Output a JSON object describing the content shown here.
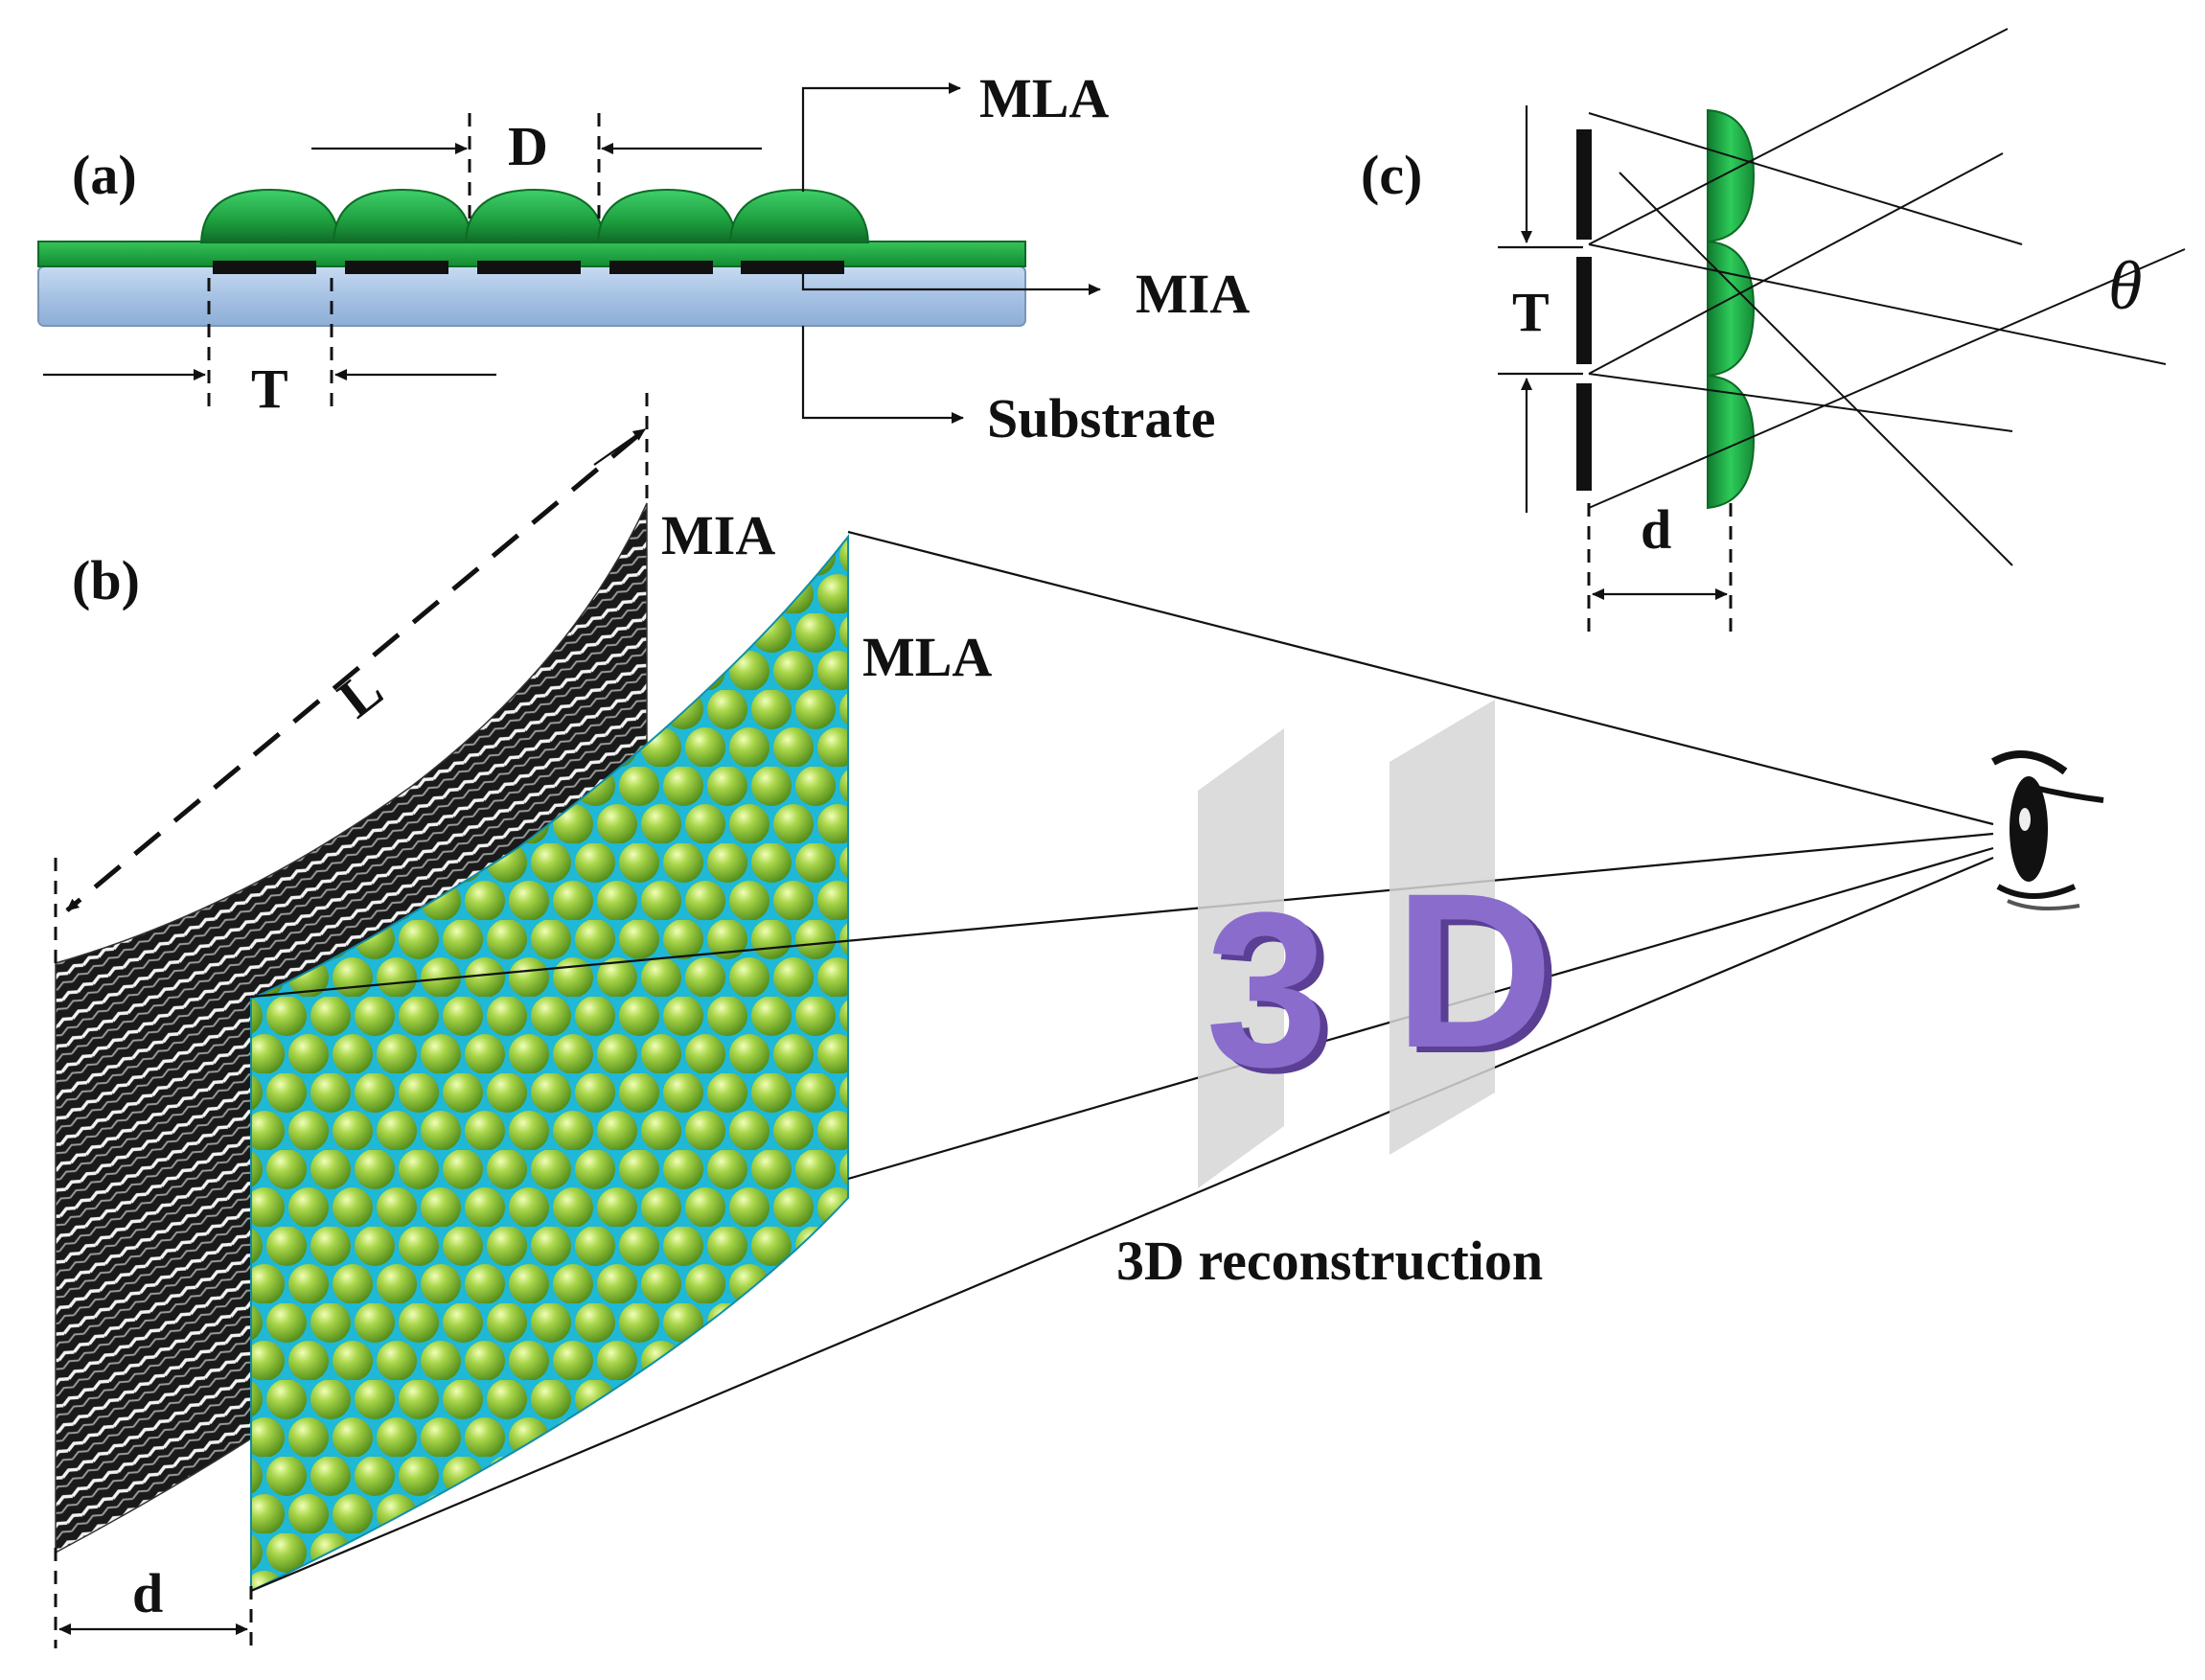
{
  "panel_a": {
    "tag": "(a)",
    "label_D": "D",
    "label_T": "T",
    "label_MLA": "MLA",
    "label_MIA": "MIA",
    "label_substrate": "Substrate"
  },
  "panel_b": {
    "tag": "(b)",
    "label_MIA": "MIA",
    "label_MLA": "MLA",
    "label_L": "L",
    "label_d": "d",
    "glyph_3": "3",
    "glyph_D": "D",
    "caption": "3D reconstruction"
  },
  "panel_c": {
    "tag": "(c)",
    "label_T": "T",
    "label_d": "d",
    "label_theta": "θ"
  },
  "colors": {
    "lens_green": "#1f9e3c",
    "substrate_blue": "#a8c4e6",
    "lens_ball": "#9ccc3a",
    "lens_grid": "#1bb6d9",
    "letter_purple": "#7b5cb8",
    "plane_gray": "#d9d9d9"
  },
  "icons": [
    "eye-icon"
  ]
}
